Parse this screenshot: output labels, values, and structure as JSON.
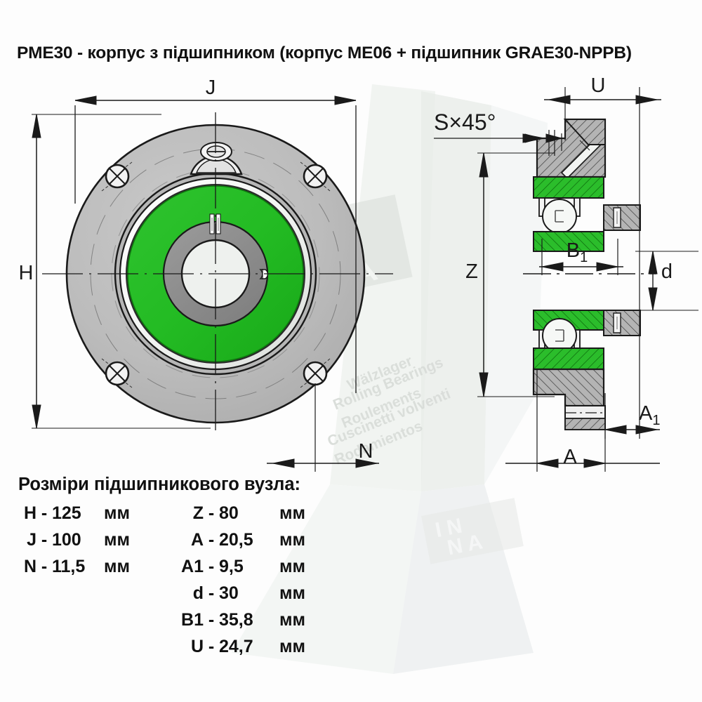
{
  "title": "PME30 - корпус з підшипником (корпус ME06 + підшипник GRAE30-NPPB)",
  "colors": {
    "background": "#fdfdfd",
    "flange_gray": "#bdbdbd",
    "flange_gray_dark": "#9a9a9a",
    "hub_gray": "#8c8c8c",
    "green": "#2bbd2b",
    "green_dark": "#17a317",
    "bore_white": "#eef1ee",
    "hatch_gray": "#b0b0b0",
    "line": "#1a1a1a",
    "watermark": "#e3e6e3",
    "text": "#111111"
  },
  "front_view": {
    "name": "flange-front-view",
    "dimension_labels": [
      {
        "id": "J",
        "text": "J"
      },
      {
        "id": "H",
        "text": "H"
      },
      {
        "id": "N",
        "text": "N"
      }
    ],
    "features": {
      "bolt_holes": 4,
      "grease_nipple": 1
    }
  },
  "section_view": {
    "name": "bearing-section-view",
    "dimension_labels": [
      {
        "id": "U",
        "text": "U"
      },
      {
        "id": "S",
        "text": "S×45°"
      },
      {
        "id": "Z",
        "text": "Z"
      },
      {
        "id": "B1",
        "text": "B",
        "sub": "1"
      },
      {
        "id": "d",
        "text": "d"
      },
      {
        "id": "A1",
        "text": "A",
        "sub": "1"
      },
      {
        "id": "A",
        "text": "A"
      }
    ]
  },
  "watermarks": {
    "brand": "INA",
    "lines": [
      "Wälzlager",
      "Rolling Bearings",
      "Roulements",
      "Cuscinetti volventi",
      "Rodamientos"
    ]
  },
  "dimensions_table": {
    "heading": "Розміри підшипникового вузла:",
    "left_column": [
      {
        "label": "H",
        "dash": "-",
        "value": "125",
        "unit": "мм"
      },
      {
        "label": "J",
        "dash": "-",
        "value": "100",
        "unit": "мм"
      },
      {
        "label": "N",
        "dash": "-",
        "value": "11,5",
        "unit": "мм"
      }
    ],
    "right_column": [
      {
        "label": "Z",
        "dash": "-",
        "value": "80",
        "unit": "мм"
      },
      {
        "label": "A",
        "dash": "-",
        "value": "20,5",
        "unit": "мм"
      },
      {
        "label": "A1",
        "dash": "-",
        "value": "9,5",
        "unit": "мм"
      },
      {
        "label": "d",
        "dash": "-",
        "value": "30",
        "unit": "мм"
      },
      {
        "label": "B1",
        "dash": "-",
        "value": "35,8",
        "unit": "мм"
      },
      {
        "label": "U",
        "dash": "-",
        "value": "24,7",
        "unit": "мм"
      }
    ]
  }
}
